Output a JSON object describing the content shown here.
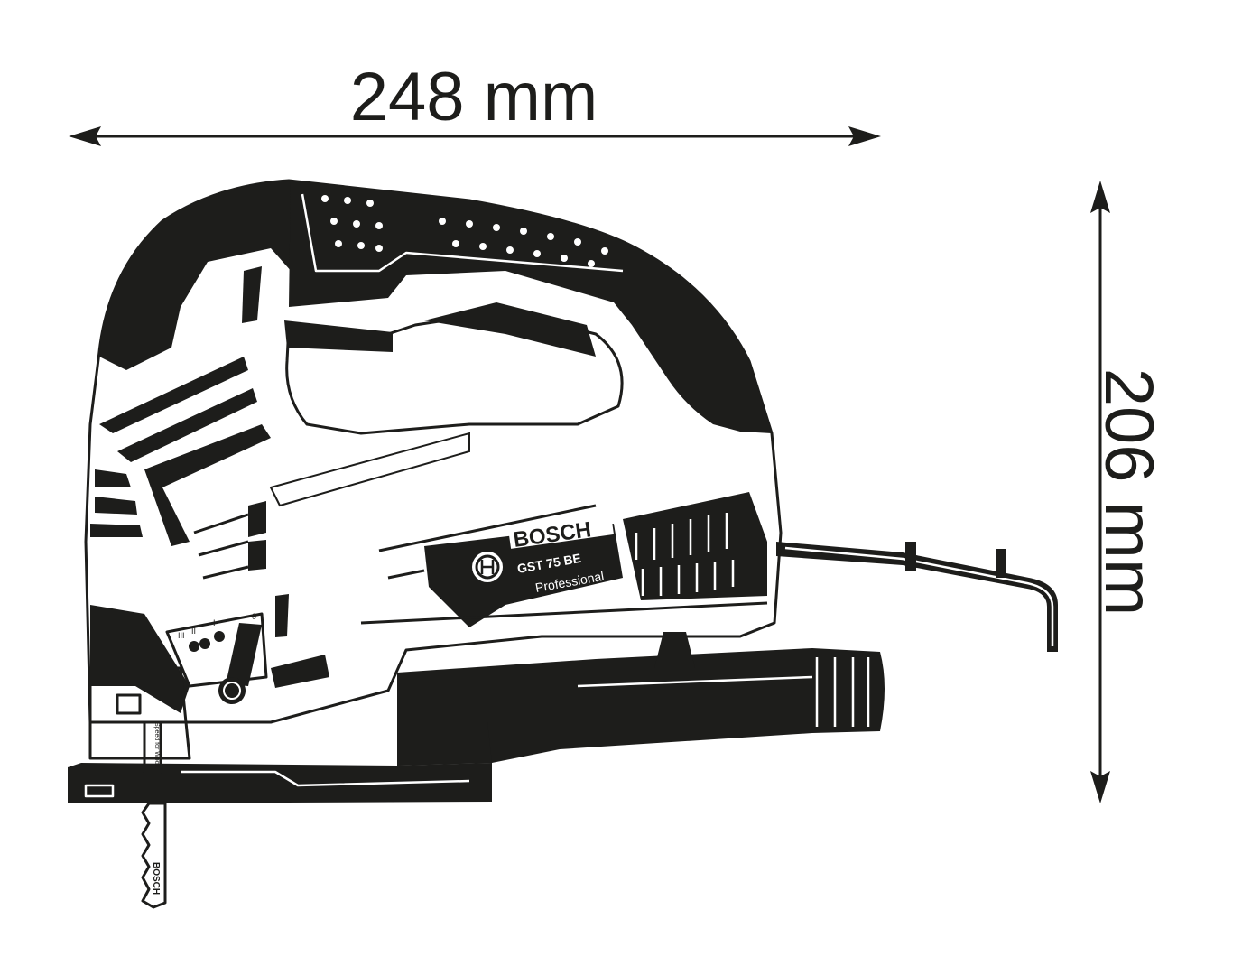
{
  "dimensions": {
    "length_label": "248 mm",
    "height_label": "206 mm"
  },
  "product": {
    "brand": "BOSCH",
    "model": "GST 75 BE",
    "line": "Professional",
    "blade_brand": "BOSCH",
    "blade_text": "Speed for Wood"
  },
  "pendulum_settings": [
    "III",
    "II",
    "I",
    "0"
  ],
  "colors": {
    "ink": "#1d1d1b",
    "background": "#ffffff"
  }
}
